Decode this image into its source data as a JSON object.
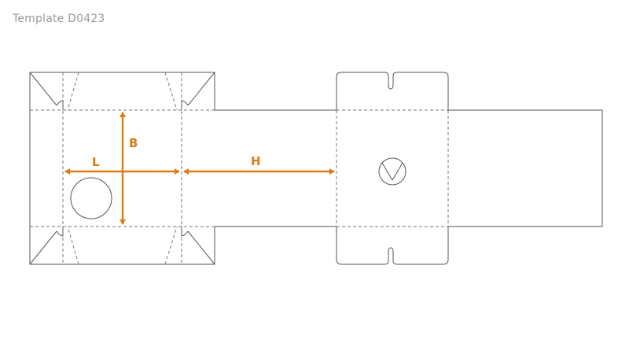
{
  "header": {
    "title": "Template D0423"
  },
  "dimensions": {
    "length_label": "L",
    "width_label": "B",
    "height_label": "H"
  },
  "colors": {
    "dimension_arrow": "#e07b14",
    "cut_line": "#555555",
    "fold_line": "#777777",
    "title_text": "#9a9a9a"
  }
}
